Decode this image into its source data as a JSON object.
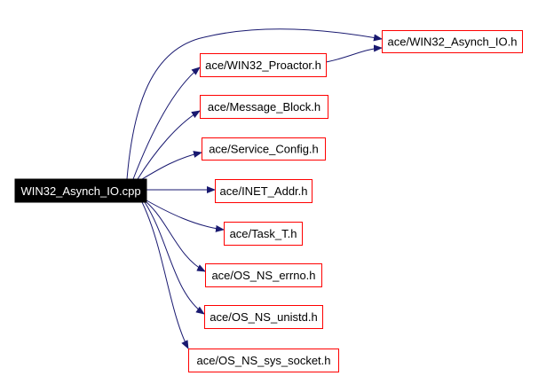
{
  "diagram": {
    "type": "include-dependency-graph",
    "colors": {
      "edge": "#191970",
      "node_border": "#ff0000",
      "root_fill": "#000000",
      "root_text": "#ffffff",
      "node_text": "#000000"
    },
    "root": {
      "id": "root",
      "label": "WIN32_Asynch_IO.cpp"
    },
    "nodes": [
      {
        "id": "asynch_io_h",
        "label": "ace/WIN32_Asynch_IO.h"
      },
      {
        "id": "proactor_h",
        "label": "ace/WIN32_Proactor.h"
      },
      {
        "id": "message_block_h",
        "label": "ace/Message_Block.h"
      },
      {
        "id": "service_config_h",
        "label": "ace/Service_Config.h"
      },
      {
        "id": "inet_addr_h",
        "label": "ace/INET_Addr.h"
      },
      {
        "id": "task_t_h",
        "label": "ace/Task_T.h"
      },
      {
        "id": "os_ns_errno_h",
        "label": "ace/OS_NS_errno.h"
      },
      {
        "id": "os_ns_unistd_h",
        "label": "ace/OS_NS_unistd.h"
      },
      {
        "id": "os_ns_sys_socket_h",
        "label": "ace/OS_NS_sys_socket.h"
      }
    ],
    "edges": [
      {
        "from": "root",
        "to": "asynch_io_h"
      },
      {
        "from": "root",
        "to": "proactor_h"
      },
      {
        "from": "root",
        "to": "message_block_h"
      },
      {
        "from": "root",
        "to": "service_config_h"
      },
      {
        "from": "root",
        "to": "inet_addr_h"
      },
      {
        "from": "root",
        "to": "task_t_h"
      },
      {
        "from": "root",
        "to": "os_ns_errno_h"
      },
      {
        "from": "root",
        "to": "os_ns_unistd_h"
      },
      {
        "from": "root",
        "to": "os_ns_sys_socket_h"
      },
      {
        "from": "proactor_h",
        "to": "asynch_io_h"
      }
    ]
  }
}
